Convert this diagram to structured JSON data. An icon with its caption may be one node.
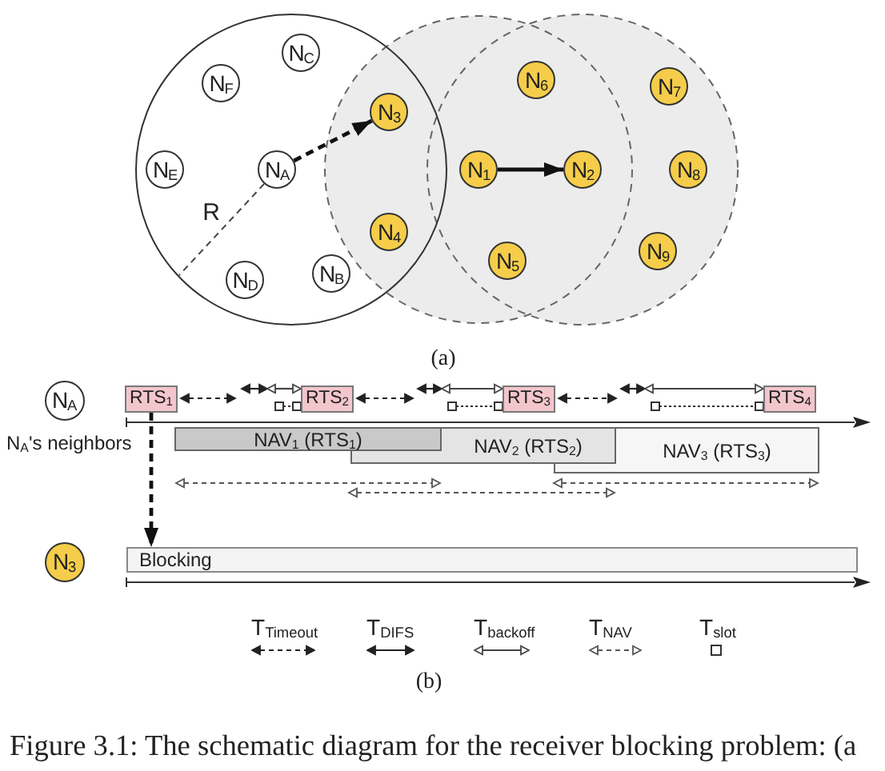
{
  "diagram": {
    "caption": "Figure 3.1: The schematic diagram for the receiver blocking problem: (a",
    "nodes": [
      {
        "text": [
          "N$_{C}$"
        ]
      },
      {
        "text": [
          "N$_{F}$"
        ]
      },
      {
        "text": [
          "N$_{6}$"
        ]
      },
      {
        "text": [
          "N$_{7}$"
        ]
      },
      {
        "text": [
          "N$_{3}$"
        ]
      },
      {
        "text": [
          "N$_{E}$"
        ]
      },
      {
        "text": [
          "N$_{A}$"
        ]
      },
      {
        "text": [
          "N$_{1}$"
        ]
      },
      {
        "text": [
          "N$_{2}$"
        ]
      },
      {
        "text": [
          "N$_{8}$"
        ]
      },
      {
        "text": [
          "N$_{4}$"
        ]
      },
      {
        "text": [
          "N$_{9}$"
        ]
      },
      {
        "text": [
          "N$_{5}$"
        ]
      },
      {
        "text": [
          "N$_{B}$"
        ]
      },
      {
        "text": [
          "N$_{D}$"
        ]
      },
      {
        "text": [
          "N$_{A}$"
        ]
      },
      {
        "text": [
          "RTS$_{1}$"
        ]
      },
      {
        "text": [
          "RTS$_{2}$"
        ]
      },
      {
        "text": [
          "RTS$_{3}$"
        ]
      },
      {
        "text": [
          "RTS$_{4}$"
        ]
      },
      {
        "text": [
          "NAV$_{1}$ (RTS$_{1}$)"
        ]
      },
      {
        "text": [
          "NAV$_{2}$ (RTS$_{2}$)"
        ]
      },
      {
        "text": [
          "NAV$_{3}$ (RTS$_{3}$)"
        ]
      },
      {
        "text": [
          "N$_{3}$"
        ]
      },
      {
        "text": [
          "Blocking"
        ]
      }
    ],
    "edges": [
      {
        "from": 6,
        "to": 4,
        "arrow": "to",
        "style": "dashed"
      },
      {
        "from": 7,
        "to": 8,
        "arrow": "to"
      },
      {
        "from": 16,
        "to": 24,
        "arrow": "to",
        "style": "dashed"
      }
    ],
    "labels": [
      "R",
      "(a)",
      "N$_{A}$'s neighbors",
      "(b)"
    ],
    "legend": [
      {
        "text": "T$_{Timeout}$"
      },
      {
        "text": "T$_{DIFS}$"
      },
      {
        "text": "T$_{backoff}$"
      },
      {
        "text": "T$_{NAV}$"
      },
      {
        "text": "T$_{slot}$"
      }
    ]
  }
}
